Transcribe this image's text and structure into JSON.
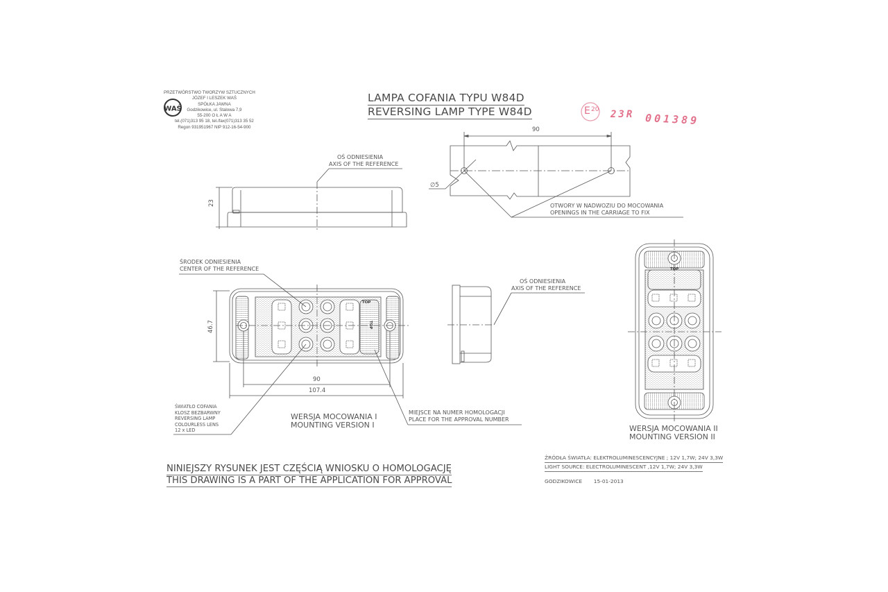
{
  "company": {
    "logo_text": "WAŚ",
    "lines": [
      "PRZETWÓRSTWO TWORZYW SZTUCZNYCH",
      "JÓZEF I LESZEK WAŚ",
      "SPÓŁKA JAWNA",
      "Godzikowice, ul. Stalowa 7,9",
      "55-200   O Ł A W A",
      "tel.(071)313 95 18, tel./fax(071)313 35 52",
      "Regon 931951967 NIP 912-16-54-900"
    ]
  },
  "title": {
    "polish": "LAMPA COFANIA TYPU W84D",
    "english": "REVERSING LAMP TYPE W84D"
  },
  "approval_stamp": {
    "mark": "E20",
    "mark_letter": "E",
    "mark_number": "20",
    "code": "23R",
    "number": "001389",
    "color": "#e2708a"
  },
  "side_view": {
    "height_dim": "23",
    "axis_label_pl": "OŚ ODNIESIENIA",
    "axis_label_en": "AXIS OF THE REFERENCE"
  },
  "mounting_holes_view": {
    "spacing_dim": "90",
    "hole_dim": "∅5",
    "label_pl": "OTWORY W NADWOZIU DO MOCOWANIA",
    "label_en": "OPENINGS IN THE CARRIAGE TO FIX"
  },
  "front_view_1": {
    "center_label_pl": "ŚRODEK ODNIESIENIA",
    "center_label_en": "CENTER OF THE REFERENCE",
    "height_dim": "46.7",
    "inner_width_dim": "90",
    "outer_width_dim": "107.4",
    "top_marker": "TOP",
    "lens_label": [
      "ŚWIATŁO COFANIA",
      "KLOSZ BEZBARWNY",
      "REVERSING LAMP",
      "COLOURLESS LENS",
      "12 x LED"
    ],
    "approval_place_pl": "MIEJSCE NA NUMER HOMOLOGACJI",
    "approval_place_en": "PLACE FOR THE APPROVAL NUMBER",
    "version_pl": "WERSJA MOCOWANIA I",
    "version_en": "MOUNTING VERSION I"
  },
  "profile_view": {
    "axis_label_pl": "OŚ ODNIESIENIA",
    "axis_label_en": "AXIS OF THE REFERENCE"
  },
  "front_view_2": {
    "top_marker": "TOP",
    "version_pl": "WERSJA MOCOWANIA II",
    "version_en": "MOUNTING VERSION II"
  },
  "light_source": {
    "polish": "ŹRÓDŁA ŚWIATŁA: ELEKTROLUMINESCENCYJNE ; 12V  1,7W; 24V  3,3W",
    "english": "LIGHT SOURCE: ELECTROLUMINESCENT ,12V  1,7W; 24V  3,3W"
  },
  "place_date": {
    "place": "GODZIKOWICE",
    "date": "15-01-2013"
  },
  "footer": {
    "polish": "NINIEJSZY RYSUNEK JEST CZĘŚCIĄ WNIOSKU O  HOMOLOGACJĘ",
    "english": "THIS DRAWING IS A PART OF THE APPLICATION FOR  APPROVAL"
  }
}
